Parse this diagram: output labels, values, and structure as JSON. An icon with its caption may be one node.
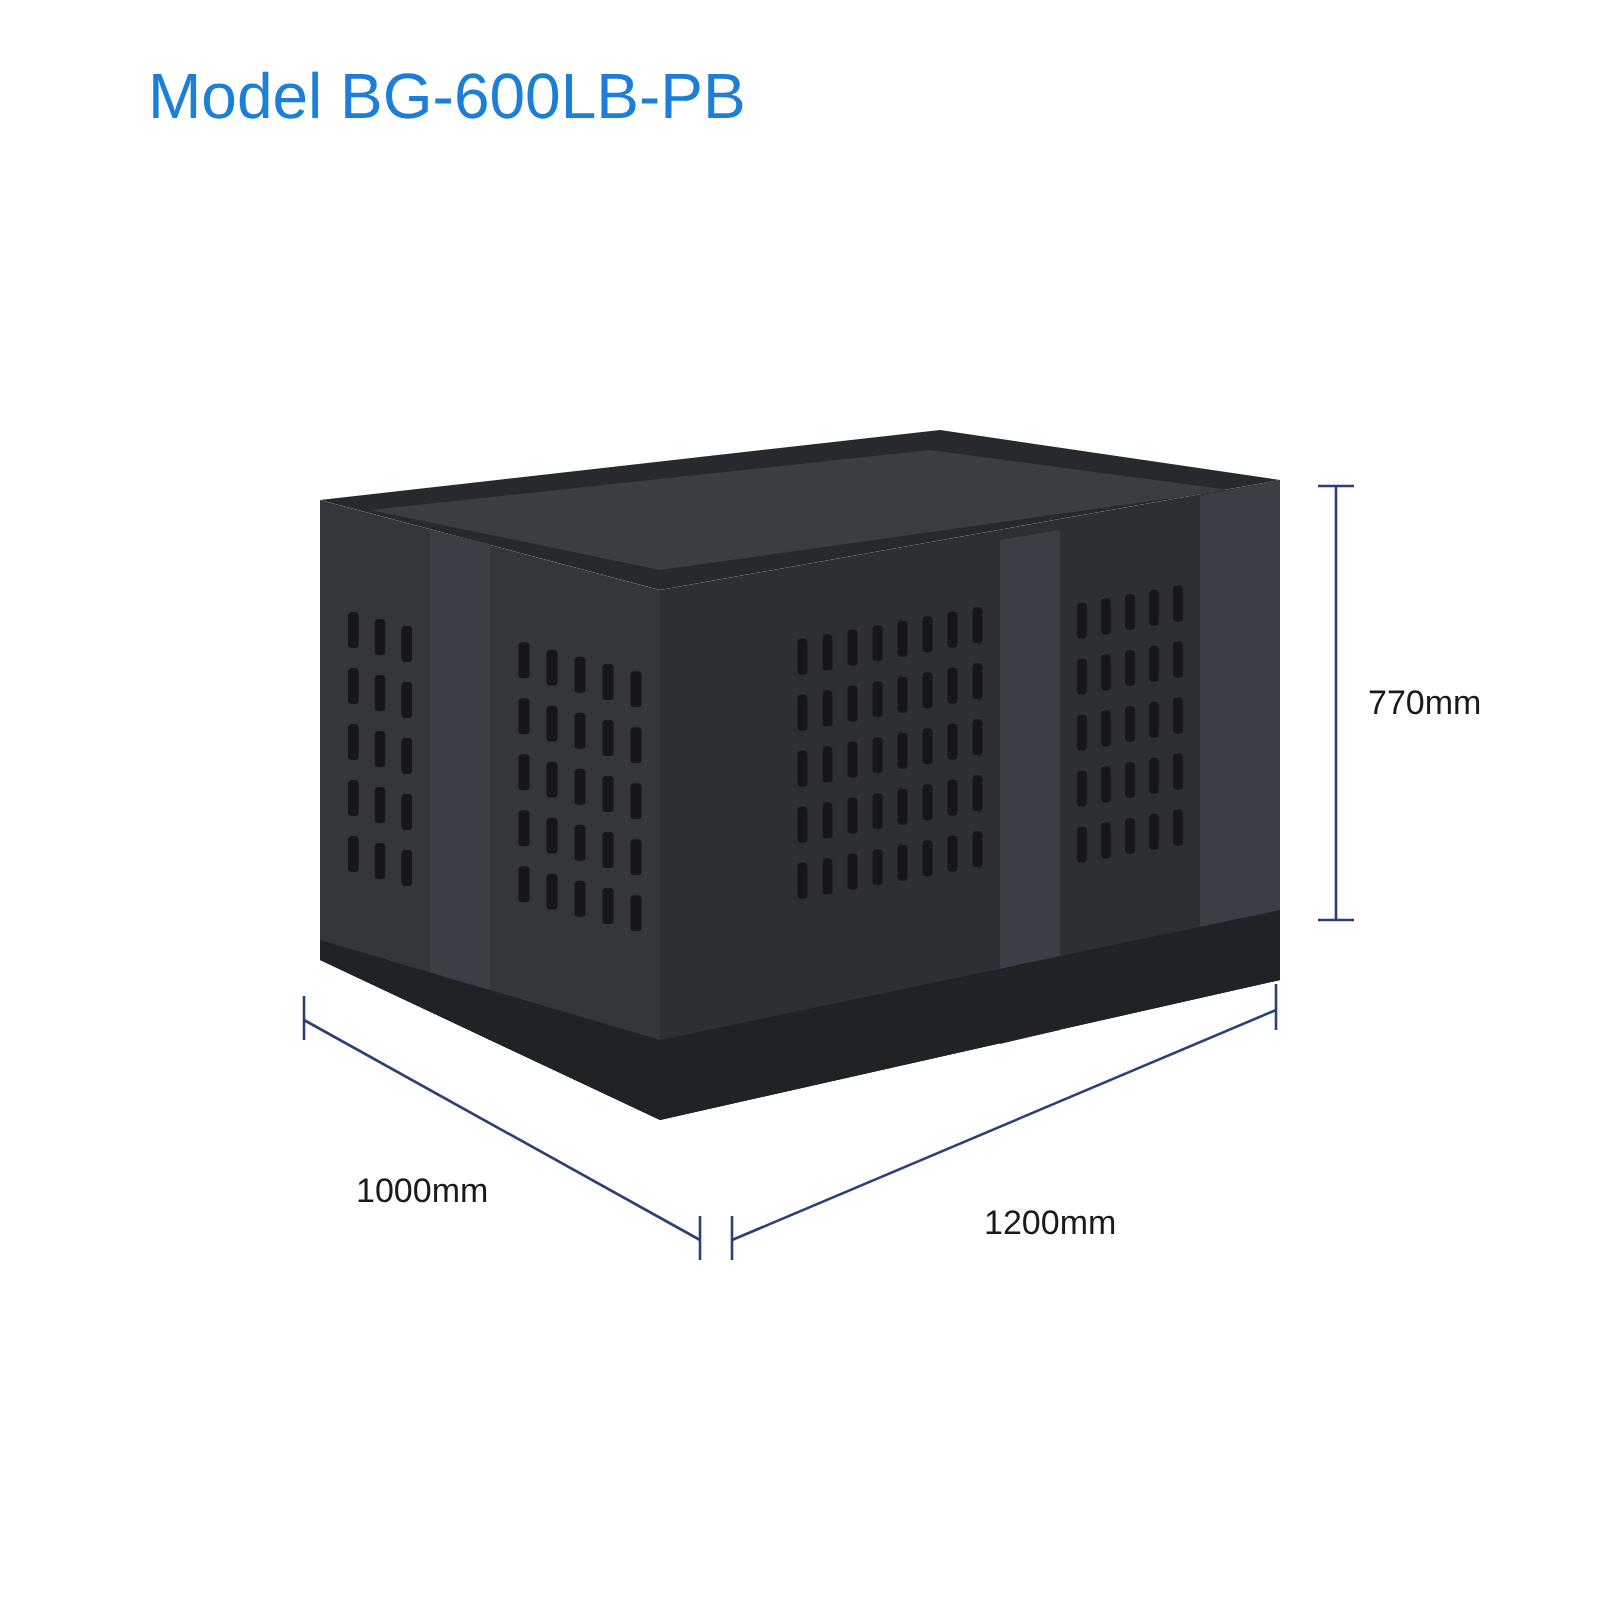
{
  "diagram": {
    "title": "Model BG-600LB-PB",
    "labels": [
      "770mm",
      "1000mm",
      "1200mm"
    ]
  }
}
